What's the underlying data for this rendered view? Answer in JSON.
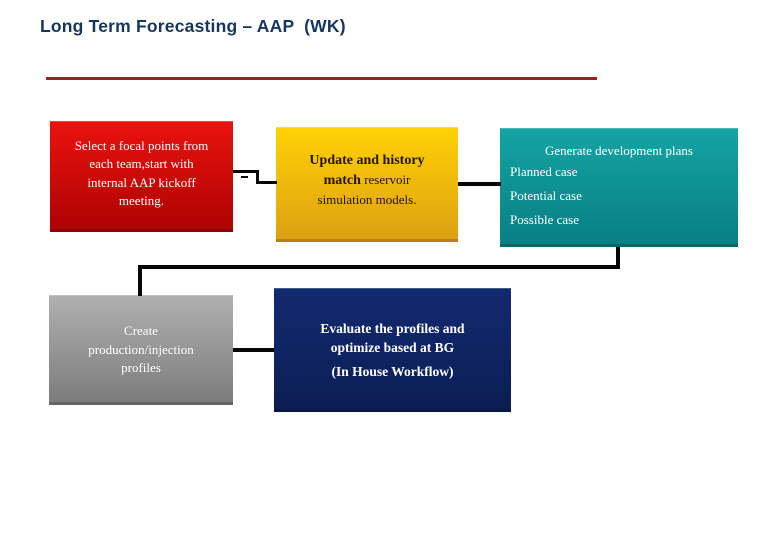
{
  "slide": {
    "title": "Long Term Forecasting – AAP  (WK)",
    "colors": {
      "title_color": "#17365D",
      "rule_color": "#9E1E1E",
      "connector_color": "#060606",
      "red_top": "#E9130E",
      "red_bottom": "#AC0303",
      "yellow_top": "#FFD205",
      "yellow_bottom": "#DC9F12",
      "yellow_text": "#241400",
      "teal_top": "#15A4A4",
      "teal_bottom": "#077E82",
      "gray_top": "#B0B0B0",
      "gray_bottom": "#7B7B7B",
      "blue_top": "#122A70",
      "blue_bottom": "#0C1D52"
    },
    "boxes": {
      "select_focal": {
        "text": "Select a focal points from\neach team,start with\ninternal AAP kickoff\nmeeting."
      },
      "update_history": {
        "bold1": "Update and history",
        "bold2": "match",
        "rest2": " reservoir",
        "line3": "simulation models."
      },
      "generate_plans": {
        "heading": "Generate development plans",
        "items": [
          "Planned case",
          "Potential case",
          "Possible case"
        ]
      },
      "create_profiles": {
        "text": "Create\nproduction/injection\nprofiles"
      },
      "evaluate": {
        "line1": "Evaluate the profiles and\noptimize based at BG",
        "line2": "(In House Workflow)"
      }
    }
  }
}
